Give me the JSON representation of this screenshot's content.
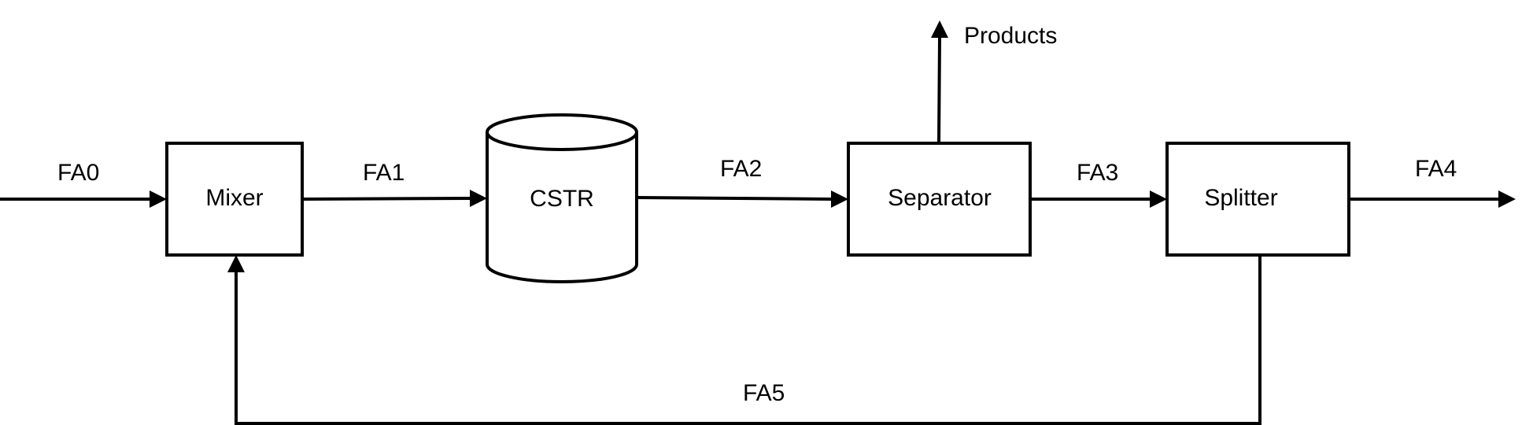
{
  "units": {
    "mixer": "Mixer",
    "cstr": "CSTR",
    "separator": "Separator",
    "splitter": "Splitter"
  },
  "streams": {
    "fa0": "FA0",
    "fa1": "FA1",
    "fa2": "FA2",
    "fa3": "FA3",
    "fa4": "FA4",
    "fa5": "FA5",
    "products": "Products"
  }
}
